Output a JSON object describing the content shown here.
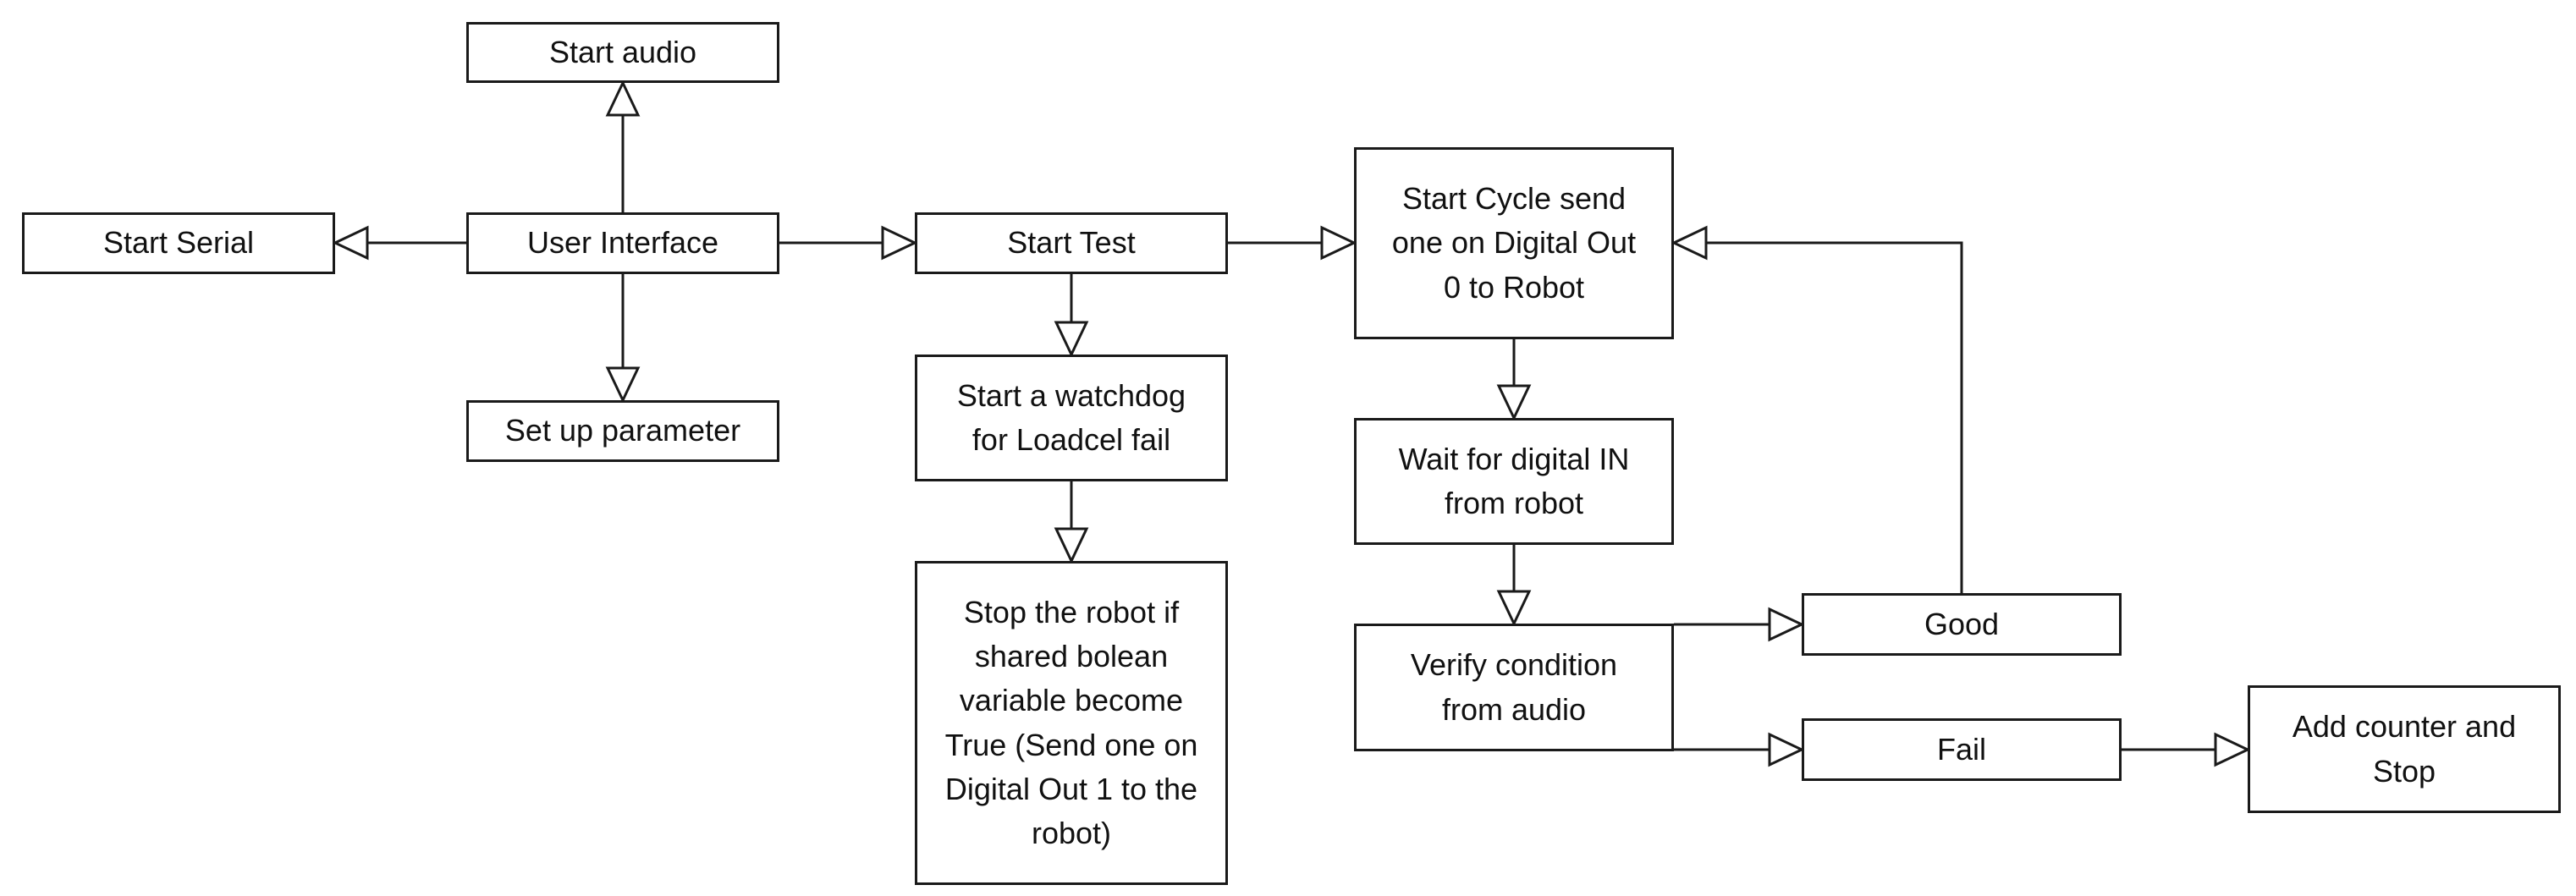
{
  "diagram": {
    "line_color": "#1a1a1a",
    "background": "#ffffff",
    "nodes": {
      "start_audio": "Start audio",
      "start_serial": "Start Serial",
      "user_interface": "User Interface",
      "set_up_parameter": "Set up parameter",
      "start_test": "Start Test",
      "watchdog": "Start a watchdog\nfor Loadcel fail",
      "stop_robot": "Stop the robot if\nshared bolean\nvariable become\nTrue (Send  one on\nDigital Out  1 to the\nrobot)",
      "start_cycle": "Start Cycle send\none on Digital Out\n0 to Robot",
      "wait_digital": "Wait for digital IN\nfrom robot",
      "verify_condition": "Verify condition\nfrom audio",
      "good": "Good",
      "fail": "Fail",
      "add_counter": "Add counter and\nStop"
    },
    "edges": [
      {
        "from": "user_interface",
        "to": "start_audio"
      },
      {
        "from": "user_interface",
        "to": "start_serial"
      },
      {
        "from": "user_interface",
        "to": "set_up_parameter"
      },
      {
        "from": "user_interface",
        "to": "start_test"
      },
      {
        "from": "start_test",
        "to": "watchdog"
      },
      {
        "from": "watchdog",
        "to": "stop_robot"
      },
      {
        "from": "start_test",
        "to": "start_cycle"
      },
      {
        "from": "start_cycle",
        "to": "wait_digital"
      },
      {
        "from": "wait_digital",
        "to": "verify_condition"
      },
      {
        "from": "verify_condition",
        "to": "good"
      },
      {
        "from": "verify_condition",
        "to": "fail"
      },
      {
        "from": "good",
        "to": "start_cycle"
      },
      {
        "from": "fail",
        "to": "add_counter"
      }
    ]
  }
}
